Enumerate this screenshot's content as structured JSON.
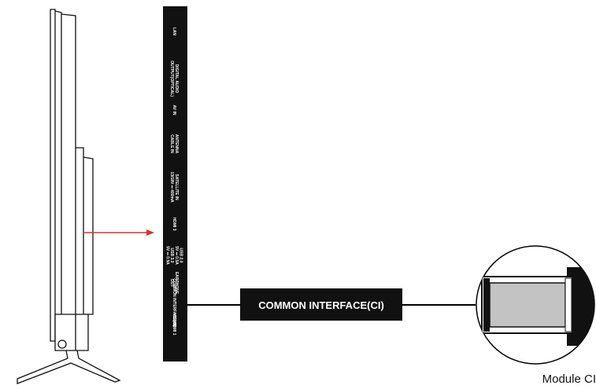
{
  "ports": [
    {
      "lines": [
        "LAN"
      ]
    },
    {
      "lines": [
        "DIGITAL AUDIO",
        "OUTPUT(OPTICAL)"
      ]
    },
    {
      "lines": [
        "AV IN"
      ]
    },
    {
      "lines": [
        "ANTENNA",
        "CABLE IN"
      ]
    },
    {
      "lines": [
        "SATELLITE IN",
        "13/18V ⎓ 400mA"
      ]
    },
    {
      "lines": [
        "HDMI 3"
      ]
    },
    {
      "lines": [
        "USB 2.0",
        "5V ⎓ 0.5A",
        "USB 3.0",
        "5V ⎓ 0.9A"
      ]
    },
    {
      "lines": [
        "EARPHONE",
        "OUT"
      ]
    },
    {
      "lines": [
        "COMMON INTERFACE(CI)"
      ]
    },
    {
      "lines": [
        "HDMI 2"
      ]
    },
    {
      "lines": [
        "HDMI 1"
      ]
    }
  ],
  "callout": {
    "label": "COMMON INTERFACE(CI)"
  },
  "caption": "Module CI",
  "colors": {
    "panel": "#111111",
    "arrow": "#d9342b",
    "card": "#bfbfbf",
    "line": "#000000"
  }
}
